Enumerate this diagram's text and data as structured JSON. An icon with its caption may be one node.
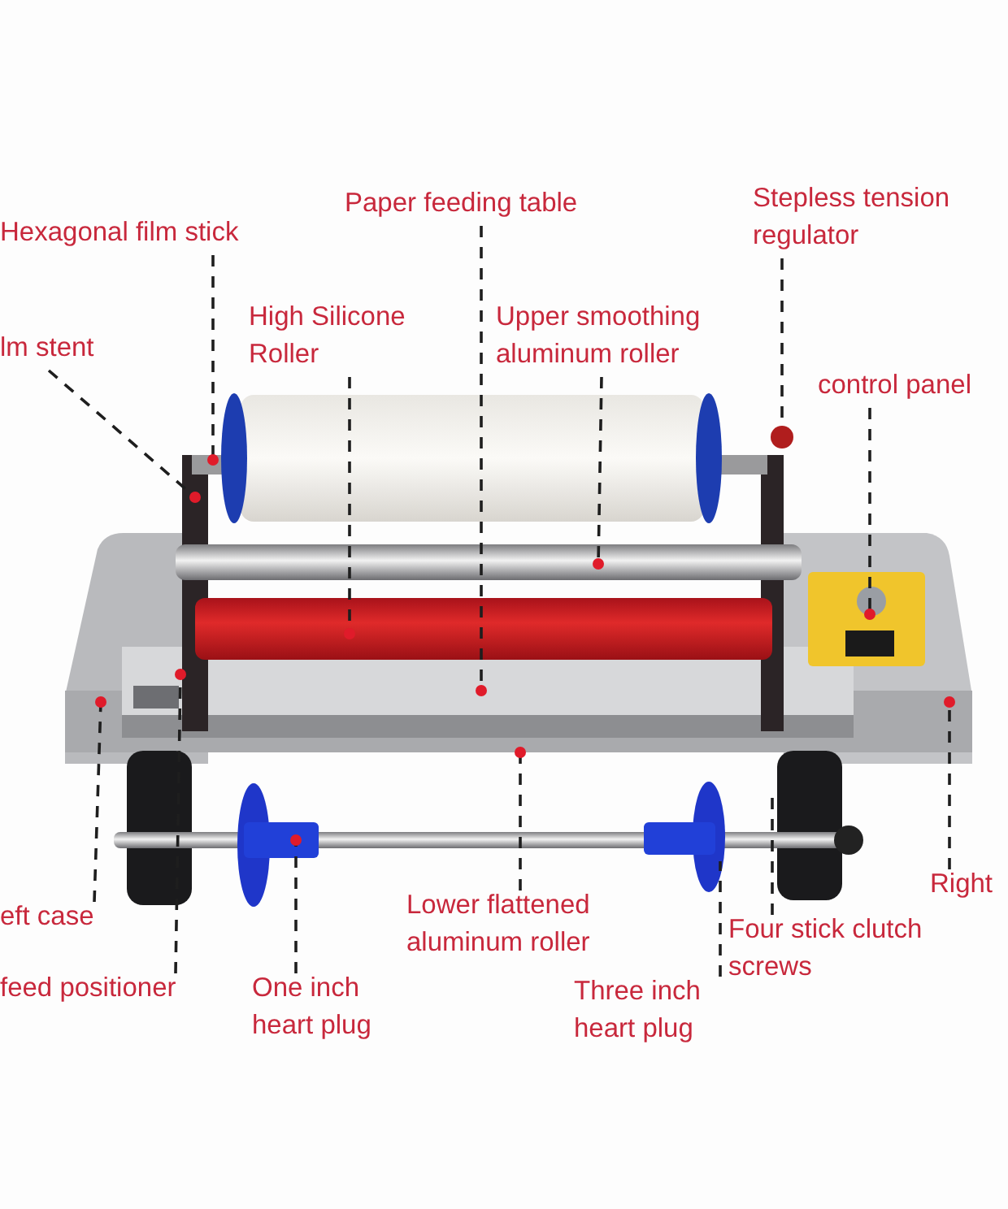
{
  "diagram": {
    "nodes": [
      {
        "text": [
          "Hexagonal film stick"
        ]
      },
      {
        "text": [
          "Paper feeding table"
        ]
      },
      {
        "text": [
          "Stepless tension regulator"
        ]
      },
      {
        "text": [
          "lm stent"
        ]
      },
      {
        "text": [
          "High Silicone Roller"
        ]
      },
      {
        "text": [
          "Upper smoothing aluminum roller"
        ]
      },
      {
        "text": [
          "control panel"
        ]
      },
      {
        "text": [
          "eft case"
        ]
      },
      {
        "text": [
          "feed positioner"
        ]
      },
      {
        "text": [
          "One inch heart plug"
        ]
      },
      {
        "text": [
          "Lower flattened aluminum roller"
        ]
      },
      {
        "text": [
          "Three inch heart plug"
        ]
      },
      {
        "text": [
          "Four stick clutch screws"
        ]
      },
      {
        "text": [
          "Right"
        ]
      }
    ],
    "edges": [
      {
        "from": 0,
        "to": null,
        "arrow": "other"
      },
      {
        "from": 1,
        "to": null,
        "arrow": "other"
      },
      {
        "from": 2,
        "to": null,
        "arrow": "none"
      },
      {
        "from": 3,
        "to": null,
        "arrow": "other"
      },
      {
        "from": 4,
        "to": null,
        "arrow": "other"
      },
      {
        "from": 5,
        "to": null,
        "arrow": "other"
      },
      {
        "from": 6,
        "to": null,
        "arrow": "other"
      },
      {
        "from": 7,
        "to": null,
        "arrow": "other"
      },
      {
        "from": 8,
        "to": null,
        "arrow": "other"
      },
      {
        "from": 9,
        "to": null,
        "arrow": "other"
      },
      {
        "from": 10,
        "to": null,
        "arrow": "other"
      },
      {
        "from": 11,
        "to": null,
        "arrow": "none"
      },
      {
        "from": 12,
        "to": null,
        "arrow": "none"
      },
      {
        "from": 13,
        "to": null,
        "arrow": "other"
      }
    ]
  }
}
